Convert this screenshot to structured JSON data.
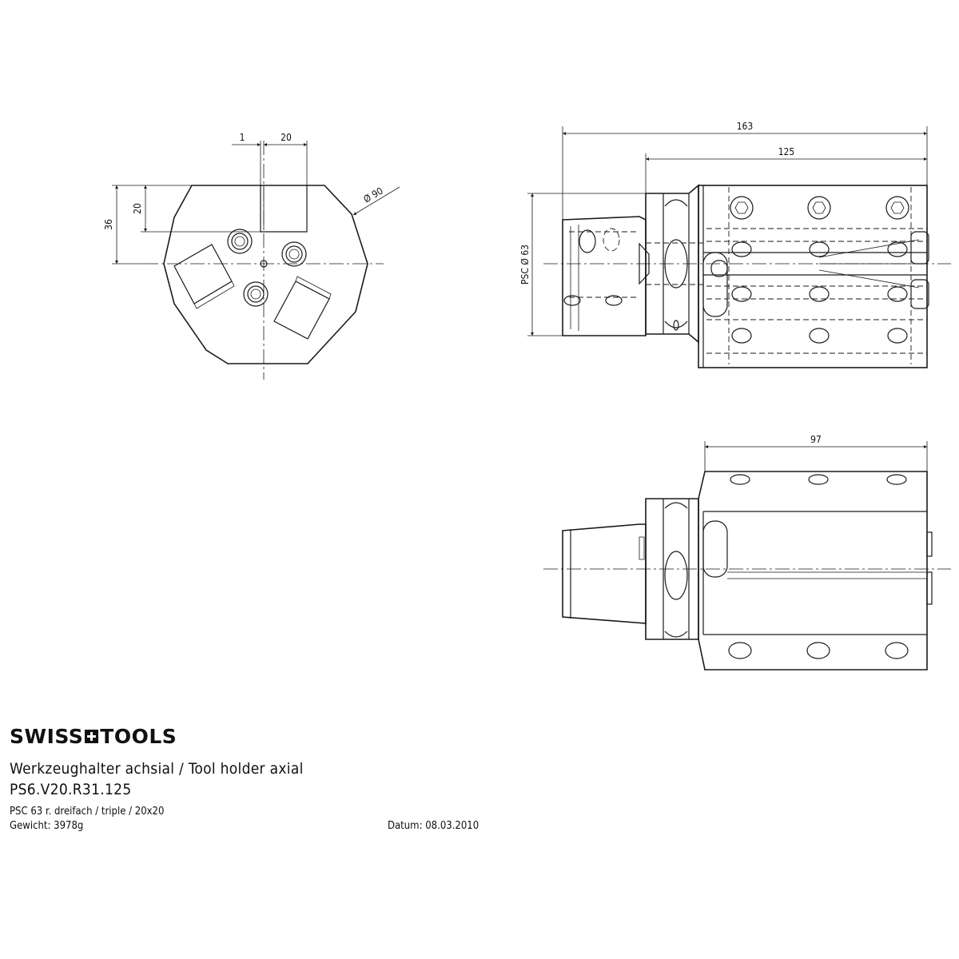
{
  "brand": {
    "left": "SWISS",
    "right": "TOOLS",
    "icon": "swiss-cross-icon"
  },
  "title": {
    "description": "Werkzeughalter achsial / Tool holder axial",
    "code": "PS6.V20.R31.125",
    "spec": "PSC 63 r. dreifach   / triple / 20x20",
    "weight": "Gewicht: 3978g",
    "date": "Datum: 08.03.2010"
  },
  "dimensions": {
    "front_1": "1",
    "front_20_top": "20",
    "front_20_side": "20",
    "front_36": "36",
    "front_dia": "Ø 90",
    "side_163": "163",
    "side_125": "125",
    "side_psc": "PSC Ø 63",
    "top_97": "97"
  }
}
